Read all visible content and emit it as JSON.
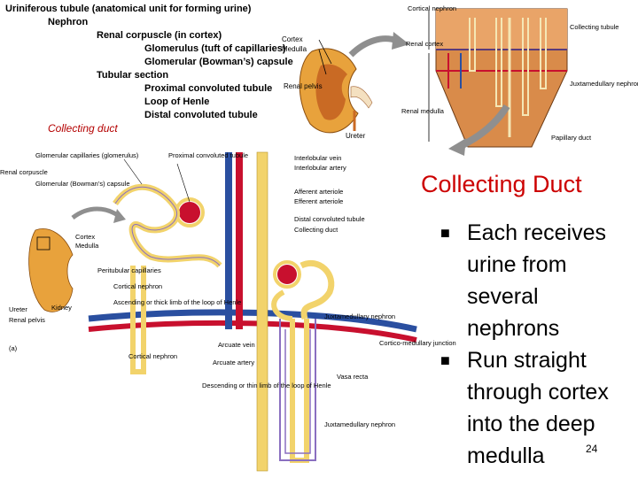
{
  "outline": [
    {
      "text": "Uriniferous tubule (anatomical unit for forming urine)",
      "level": 0
    },
    {
      "text": "Nephron",
      "level": 1
    },
    {
      "text": "Renal corpuscle (in cortex)",
      "level": 2
    },
    {
      "text": "Glomerulus (tuft of capillaries)",
      "level": 3
    },
    {
      "text": "Glomerular (Bowman’s) capsule",
      "level": 3
    },
    {
      "text": "Tubular section",
      "level": 2
    },
    {
      "text": "Proximal convoluted tubule",
      "level": 3
    },
    {
      "text": "Loop of Henle",
      "level": 3
    },
    {
      "text": "Distal convoluted tubule",
      "level": 3
    },
    {
      "text": "Collecting duct",
      "level": 1,
      "highlight": true
    }
  ],
  "slide": {
    "title": "Collecting Duct",
    "bullets": [
      "Each receives urine from several nephrons",
      "Run straight through cortex into the deep medulla"
    ],
    "page_number": "24",
    "title_color": "#cc0000"
  },
  "kidney_labels": {
    "cortex": "Cortex",
    "medulla": "Medulla",
    "renal_pelvis": "Renal pelvis",
    "ureter": "Ureter"
  },
  "wedge_labels": {
    "cortical_nephron": "Cortical nephron",
    "collecting_tubule": "Collecting tubule",
    "renal_cortex": "Renal cortex",
    "juxtamedullary_nephron": "Juxtamedullary nephron",
    "renal_medulla": "Renal medulla",
    "papillary_duct": "Papillary duct"
  },
  "diagram_labels": {
    "glomerular_capillaries": "Glomerular capillaries (glomerulus)",
    "glomerular_capsule": "Glomerular (Bowman’s) capsule",
    "renal_corpuscle": "Renal corpuscle",
    "proximal_tubule": "Proximal convoluted tubule",
    "interlobular_vein": "Interlobular vein",
    "interlobular_artery": "Interlobular artery",
    "afferent_arteriole": "Afferent arteriole",
    "efferent_arteriole": "Efferent arteriole",
    "distal_tubule": "Distal convoluted tubule",
    "collecting_duct": "Collecting duct",
    "cortex": "Cortex",
    "medulla": "Medulla",
    "peritubular": "Peritubular capillaries",
    "cortical_nephron": "Cortical nephron",
    "ascending_limb": "Ascending or thick limb of the loop of Henle",
    "juxta_nephron": "Juxtamedullary nephron",
    "cortico_junction": "Cortico-medullary junction",
    "arcuate_vein": "Arcuate vein",
    "arcuate_artery": "Arcuate artery",
    "vasa_recta": "Vasa recta",
    "descending_limb": "Descending or thin limb of the loop of Henle",
    "ureter": "Ureter",
    "renal_pelvis": "Renal pelvis",
    "kidney": "Kidney",
    "panel": "(a)",
    "juxta_nephron_2": "Juxtamedullary nephron"
  },
  "colors": {
    "artery": "#c8102e",
    "vein": "#2a4fa0",
    "tubule": "#f2d36b",
    "capillary": "#8a6fc0",
    "kidney": "#e8a23c"
  }
}
